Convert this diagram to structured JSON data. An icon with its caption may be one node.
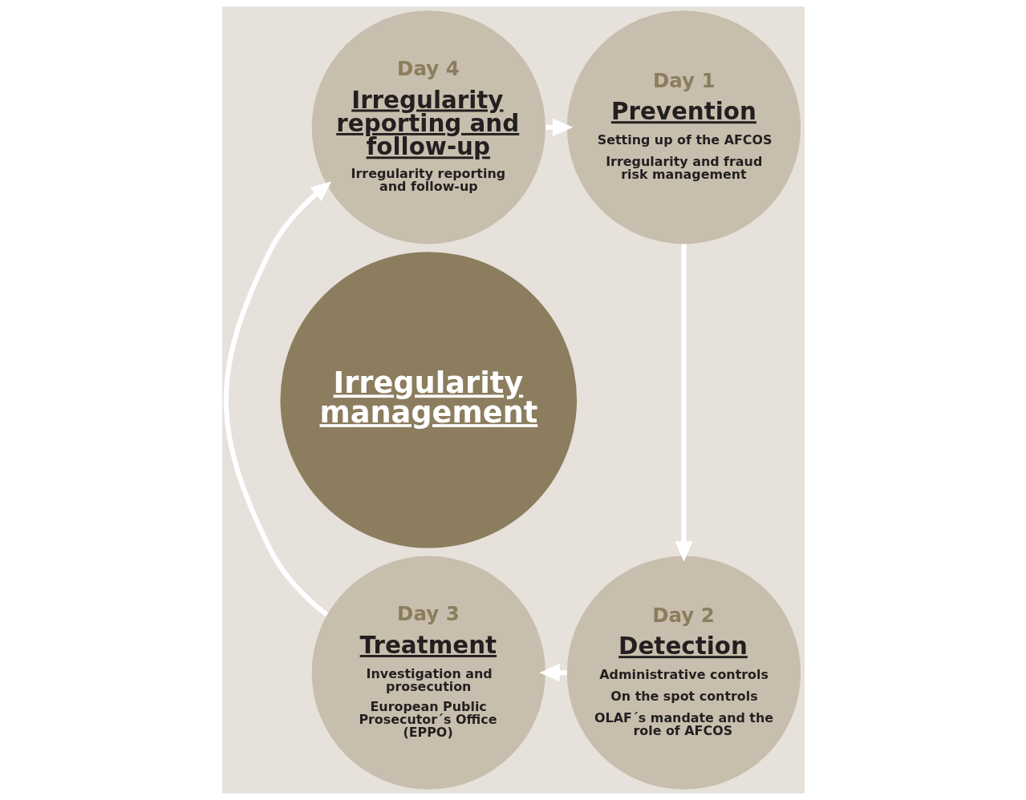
{
  "diagram": {
    "nodes": [
      {
        "text": [
          "Irregularity management"
        ]
      },
      {
        "text": [
          "Day 1",
          "Prevention",
          "Setting up of the AFCOS",
          "Irregularity and fraud risk management"
        ]
      },
      {
        "text": [
          "Day 2",
          "Detection",
          "Administrative controls",
          "On the spot controls",
          "OLAF´s mandate and the role of AFCOS"
        ]
      },
      {
        "text": [
          "Day 3",
          "Treatment",
          "Investigation and prosecution",
          "European Public Prosecutor´s Office (EPPO)"
        ]
      },
      {
        "text": [
          "Day 4",
          "Irregularity reporting and follow-up",
          "Irregularity reporting and follow-up"
        ]
      }
    ],
    "edges": [
      {
        "from": 4,
        "to": 1,
        "arrow": "to"
      },
      {
        "from": 1,
        "to": 2,
        "arrow": "to"
      },
      {
        "from": 2,
        "to": 3,
        "arrow": "to"
      },
      {
        "from": 3,
        "to": 4,
        "arrow": "to"
      }
    ]
  }
}
